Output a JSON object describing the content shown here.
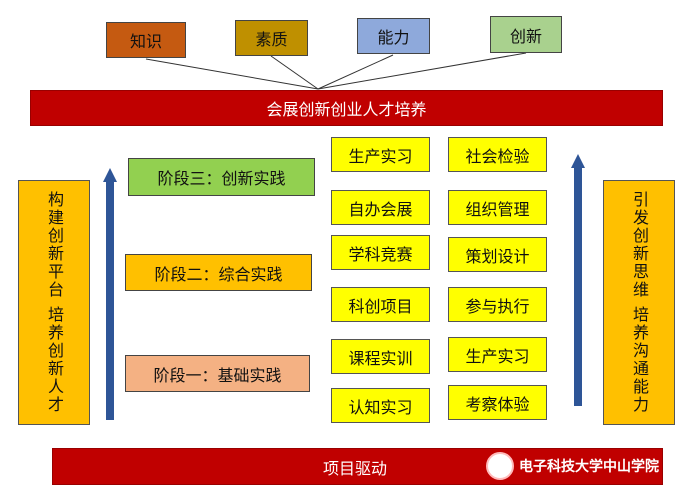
{
  "top_boxes": [
    {
      "label": "知识",
      "color": "#C55A11"
    },
    {
      "label": "素质",
      "color": "#BF9000"
    },
    {
      "label": "能力",
      "color": "#8EA9DB"
    },
    {
      "label": "创新",
      "color": "#A9D18E"
    }
  ],
  "goal_bar": "会展创新创业人才培养",
  "left_panel": "构建创新平台 培养创新人才",
  "right_panel": "引发创新思维 培养沟通能力",
  "stages": [
    {
      "label": "阶段三：创新实践",
      "color": "#92D050"
    },
    {
      "label": "阶段二：综合实践",
      "color": "#FFC000"
    },
    {
      "label": "阶段一：基础实践",
      "color": "#F4B183"
    }
  ],
  "activities_col1": [
    "生产实习",
    "自办会展",
    "学科竞赛",
    "科创项目",
    "课程实训",
    "认知实习"
  ],
  "activities_col2": [
    "社会检验",
    "组织管理",
    "策划设计",
    "参与执行",
    "生产实习",
    "考察体验"
  ],
  "bottom_bar": "项目驱动",
  "logo_text": "电子科技大学中山学院"
}
